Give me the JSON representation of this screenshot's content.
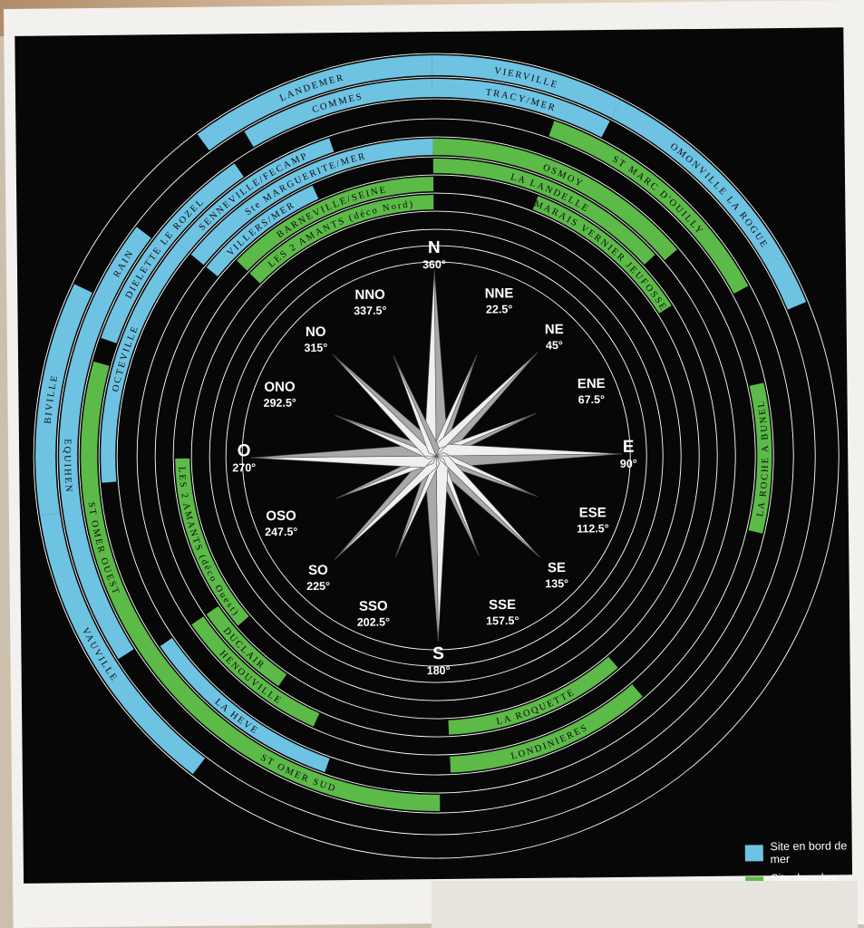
{
  "colors": {
    "sea": "#6ec3e3",
    "inland": "#5cba48",
    "background": "#070707",
    "ring": "#ffffff",
    "rose_light": "#f0f0f0",
    "rose_dark": "#a9a9a9"
  },
  "compass": {
    "labels": [
      {
        "name": "N",
        "degrees": "360°",
        "angle": 0
      },
      {
        "name": "NNE",
        "degrees": "22.5°",
        "angle": 22.5
      },
      {
        "name": "NE",
        "degrees": "45°",
        "angle": 45
      },
      {
        "name": "ENE",
        "degrees": "67.5°",
        "angle": 67.5
      },
      {
        "name": "E",
        "degrees": "90°",
        "angle": 90
      },
      {
        "name": "ESE",
        "degrees": "112.5°",
        "angle": 112.5
      },
      {
        "name": "SE",
        "degrees": "135°",
        "angle": 135
      },
      {
        "name": "SSE",
        "degrees": "157.5°",
        "angle": 157.5
      },
      {
        "name": "S",
        "degrees": "180°",
        "angle": 180
      },
      {
        "name": "SSO",
        "degrees": "202.5°",
        "angle": 202.5
      },
      {
        "name": "SO",
        "degrees": "225°",
        "angle": 225
      },
      {
        "name": "OSO",
        "degrees": "247.5°",
        "angle": 247.5
      },
      {
        "name": "O",
        "degrees": "270°",
        "angle": 270
      },
      {
        "name": "ONO",
        "degrees": "292.5°",
        "angle": 292.5
      },
      {
        "name": "NO",
        "degrees": "315°",
        "angle": 315
      },
      {
        "name": "NNO",
        "degrees": "337.5°",
        "angle": 337.5
      }
    ]
  },
  "sites": [
    {
      "name": "LANDEMER",
      "type": "sea",
      "ring": 1,
      "start": 324,
      "end": 360
    },
    {
      "name": "VIERVILLE",
      "type": "sea",
      "ring": 1,
      "start": 0,
      "end": 28
    },
    {
      "name": "OMONVILLE LA ROGUE",
      "type": "sea",
      "ring": 1,
      "start": 28,
      "end": 68
    },
    {
      "name": "COMMES",
      "type": "sea",
      "ring": 2,
      "start": 330,
      "end": 360
    },
    {
      "name": "TRACY/MER",
      "type": "sea",
      "ring": 2,
      "start": 0,
      "end": 28
    },
    {
      "name": "ST MARC D'OUILLY",
      "type": "inland",
      "ring": 3,
      "start": 20,
      "end": 62
    },
    {
      "name": "DIELETTE LE ROZEL",
      "type": "sea",
      "ring": 3,
      "start": 290,
      "end": 326
    },
    {
      "name": "ECALGRAIN",
      "type": "sea",
      "ring": 2,
      "start": 290,
      "end": 308
    },
    {
      "name": "SENNEVILLE/FECAMP",
      "type": "sea",
      "ring": 4,
      "start": 310,
      "end": 342
    },
    {
      "name": "Ste MARGUERITE/MER",
      "type": "sea",
      "ring": 5,
      "start": 310,
      "end": 360
    },
    {
      "name": "VILLERS/MER",
      "type": "sea",
      "ring": 6,
      "start": 310,
      "end": 336
    },
    {
      "name": "OSMOY",
      "type": "inland",
      "ring": 5,
      "start": 0,
      "end": 50
    },
    {
      "name": "LA LANDELLE",
      "type": "inland",
      "ring": 6,
      "start": 0,
      "end": 48
    },
    {
      "name": "BARNEVILLE/SEINE",
      "type": "inland",
      "ring": 7,
      "start": 315,
      "end": 360
    },
    {
      "name": "MARAIS VERNIER JEUFOSSE",
      "type": "inland",
      "ring": 7,
      "start": 22,
      "end": 58
    },
    {
      "name": "LES 2 AMANTS (déco Nord)",
      "type": "inland",
      "ring": 8,
      "start": 315,
      "end": 360
    },
    {
      "name": "OCTEVILLE",
      "type": "sea",
      "ring": 4,
      "start": 266,
      "end": 310
    },
    {
      "name": "ST OMER OUEST",
      "type": "inland",
      "ring": 3,
      "start": 224,
      "end": 286
    },
    {
      "name": "EQUIHEN",
      "type": "sea",
      "ring": 2,
      "start": 238,
      "end": 300
    },
    {
      "name": "BIVILLE",
      "type": "sea",
      "ring": 1,
      "start": 262,
      "end": 296
    },
    {
      "name": "VAUVILLE",
      "type": "sea",
      "ring": 1,
      "start": 218,
      "end": 262
    },
    {
      "name": "LES 2 AMANTS (déco Ouest)",
      "type": "inland",
      "ring": 8,
      "start": 230,
      "end": 270
    },
    {
      "name": "DUCLAIR",
      "type": "inland",
      "ring": 7,
      "start": 215,
      "end": 236
    },
    {
      "name": "HENOUVILLE",
      "type": "inland",
      "ring": 6,
      "start": 205,
      "end": 236
    },
    {
      "name": "LA HEVE",
      "type": "sea",
      "ring": 4,
      "start": 200,
      "end": 236
    },
    {
      "name": "ST OMER SUD",
      "type": "inland",
      "ring": 3,
      "start": 180,
      "end": 228
    },
    {
      "name": "LA ROQUETTE",
      "type": "inland",
      "ring": 7,
      "start": 140,
      "end": 178
    },
    {
      "name": "LONDINIERES",
      "type": "inland",
      "ring": 5,
      "start": 140,
      "end": 178
    },
    {
      "name": "LA ROCHE A BUNEL",
      "type": "inland",
      "ring": 4,
      "start": 78,
      "end": 104
    }
  ],
  "legend": [
    {
      "label": "Site en bord de mer",
      "type": "sea"
    },
    {
      "label": "Site dans les terres",
      "type": "inland"
    }
  ]
}
